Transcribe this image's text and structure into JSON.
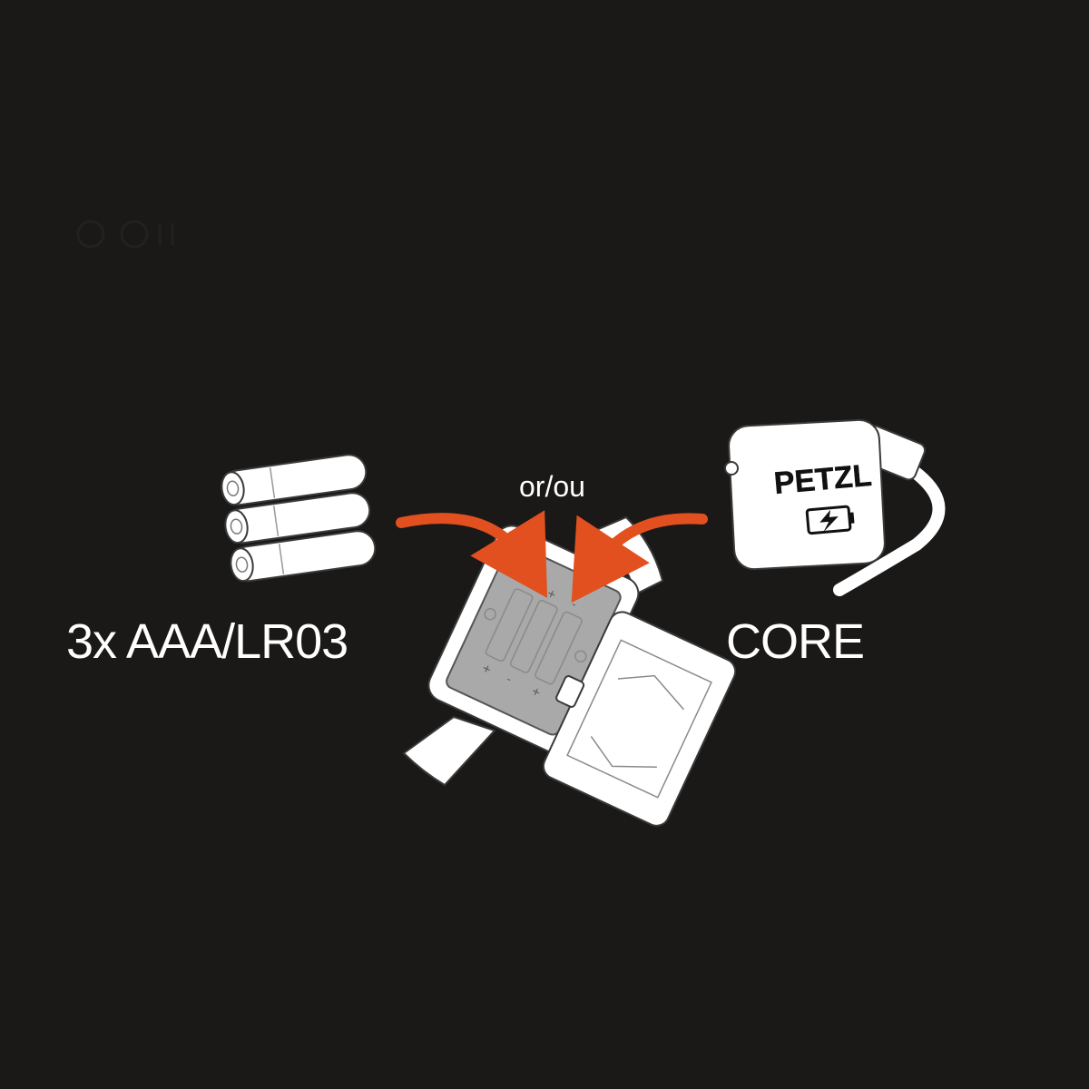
{
  "labels": {
    "batteries": "3x AAA/LR03",
    "or": "or/ou",
    "core": "CORE",
    "brand_logo": "PETZL"
  },
  "colors": {
    "background": "#1a1918",
    "arrow": "#e2501f",
    "outline": "#ffffff",
    "compartment": "#a9a9a9"
  },
  "icons": {
    "batteries": "aaa-battery-stack-icon",
    "headlamp": "headlamp-battery-compartment-icon",
    "core_battery": "core-rechargeable-battery-icon",
    "charging": "battery-charging-icon",
    "usb_cable": "usb-cable-icon"
  }
}
